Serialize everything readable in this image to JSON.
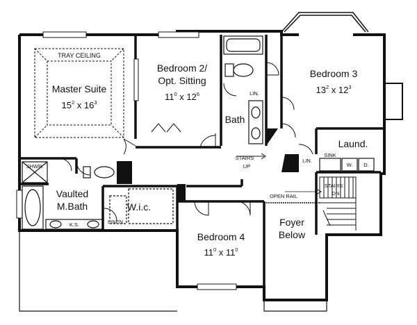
{
  "rooms": {
    "master_suite": {
      "name": "Master Suite",
      "size_w": "15",
      "size_w_sup": "2",
      "size_h": "16",
      "size_h_sup": "3",
      "ceiling": "TRAY CEILING"
    },
    "bedroom2": {
      "name_line1": "Bedroom 2/",
      "name_line2": "Opt. Sitting",
      "size_w": "11",
      "size_w_sup": "0",
      "size_h": "12",
      "size_h_sup": "6"
    },
    "bedroom3": {
      "name": "Bedroom 3",
      "size_w": "13",
      "size_w_sup": "2",
      "size_h": "12",
      "size_h_sup": "3"
    },
    "bedroom4": {
      "name": "Bedroom 4",
      "size_w": "11",
      "size_w_sup": "0",
      "size_h": "11",
      "size_h_sup": "0"
    },
    "bath": {
      "name": "Bath"
    },
    "laundry": {
      "name": "Laund.",
      "sink": "SINK",
      "washer": "W.",
      "dryer": "D."
    },
    "master_bath": {
      "name_line1": "Vaulted",
      "name_line2": "M.Bath",
      "shower": "SHWR.",
      "knee_space": "K.S."
    },
    "wic": {
      "name": "W.i.c.",
      "linen": "LINEN"
    },
    "foyer": {
      "name_line1": "Foyer",
      "name_line2": "Below"
    }
  },
  "labels": {
    "lin_bath": "LIN.",
    "lin_laundry": "LIN.",
    "stairs_up": "STAIRS",
    "up": "UP",
    "stairs_dn": "STAIRS",
    "dn": "DN.",
    "open_rail": "OPEN RAIL",
    "x": "x"
  }
}
